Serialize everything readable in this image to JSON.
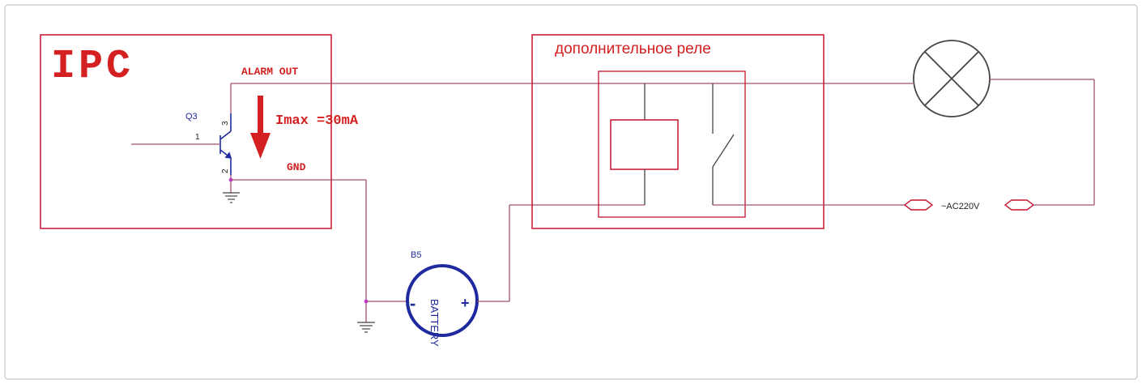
{
  "ipc": {
    "title": "IPC",
    "transistor_ref": "Q3",
    "pin1": "1",
    "pin2": "2",
    "pin3": "3",
    "alarm_out": "ALARM OUT",
    "imax": "Imax =30mA",
    "gnd": "GND"
  },
  "relay": {
    "title": "дополнительное реле"
  },
  "battery": {
    "ref": "B5",
    "label": "BATTERY",
    "minus": "-",
    "plus": "+"
  },
  "power": {
    "label": "~AC220V"
  },
  "colors": {
    "wire": "#a0506e",
    "box": "#c8102e",
    "accent": "#d42020",
    "component": "#1f2a9e",
    "node": "#c03ad0",
    "frame_border": "#cfcfcf"
  }
}
